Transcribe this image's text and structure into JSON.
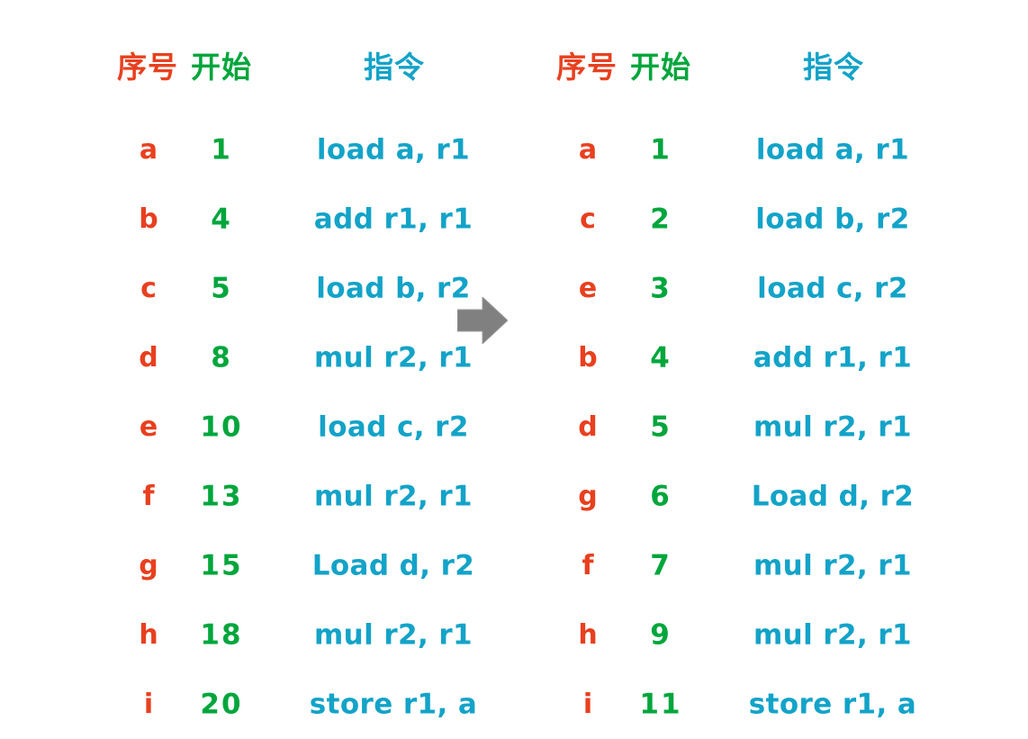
{
  "page": {
    "background_color": "#ffffff",
    "title": "Instruction scheduling before and after reordering"
  },
  "colors": {
    "sequence": "#e8401f",
    "start": "#00a63c",
    "instruction": "#13a3c8",
    "arrow": "#808080"
  },
  "arrow": {
    "icon": "right-block-arrow",
    "color": "#808080",
    "direction": "right"
  },
  "tables": [
    {
      "id": "original-schedule",
      "headers": {
        "sequence": "序号",
        "start": "开始",
        "instruction": "指令"
      },
      "rows": [
        {
          "sequence": "a",
          "start": "1",
          "instruction": "load a, r1"
        },
        {
          "sequence": "b",
          "start": "4",
          "instruction": "add r1, r1"
        },
        {
          "sequence": "c",
          "start": "5",
          "instruction": "load b, r2"
        },
        {
          "sequence": "d",
          "start": "8",
          "instruction": "mul r2, r1"
        },
        {
          "sequence": "e",
          "start": "10",
          "instruction": "load c, r2"
        },
        {
          "sequence": "f",
          "start": "13",
          "instruction": "mul r2, r1"
        },
        {
          "sequence": "g",
          "start": "15",
          "instruction": "Load d, r2"
        },
        {
          "sequence": "h",
          "start": "18",
          "instruction": "mul r2, r1"
        },
        {
          "sequence": "i",
          "start": "20",
          "instruction": "store r1, a"
        }
      ]
    },
    {
      "id": "reordered-schedule",
      "headers": {
        "sequence": "序号",
        "start": "开始",
        "instruction": "指令"
      },
      "rows": [
        {
          "sequence": "a",
          "start": "1",
          "instruction": "load a, r1"
        },
        {
          "sequence": "c",
          "start": "2",
          "instruction": "load b, r2"
        },
        {
          "sequence": "e",
          "start": "3",
          "instruction": "load c, r2"
        },
        {
          "sequence": "b",
          "start": "4",
          "instruction": "add r1, r1"
        },
        {
          "sequence": "d",
          "start": "5",
          "instruction": "mul r2, r1"
        },
        {
          "sequence": "g",
          "start": "6",
          "instruction": "Load d, r2"
        },
        {
          "sequence": "f",
          "start": "7",
          "instruction": "mul r2, r1"
        },
        {
          "sequence": "h",
          "start": "9",
          "instruction": "mul r2, r1"
        },
        {
          "sequence": "i",
          "start": "11",
          "instruction": "store r1, a"
        }
      ]
    }
  ]
}
